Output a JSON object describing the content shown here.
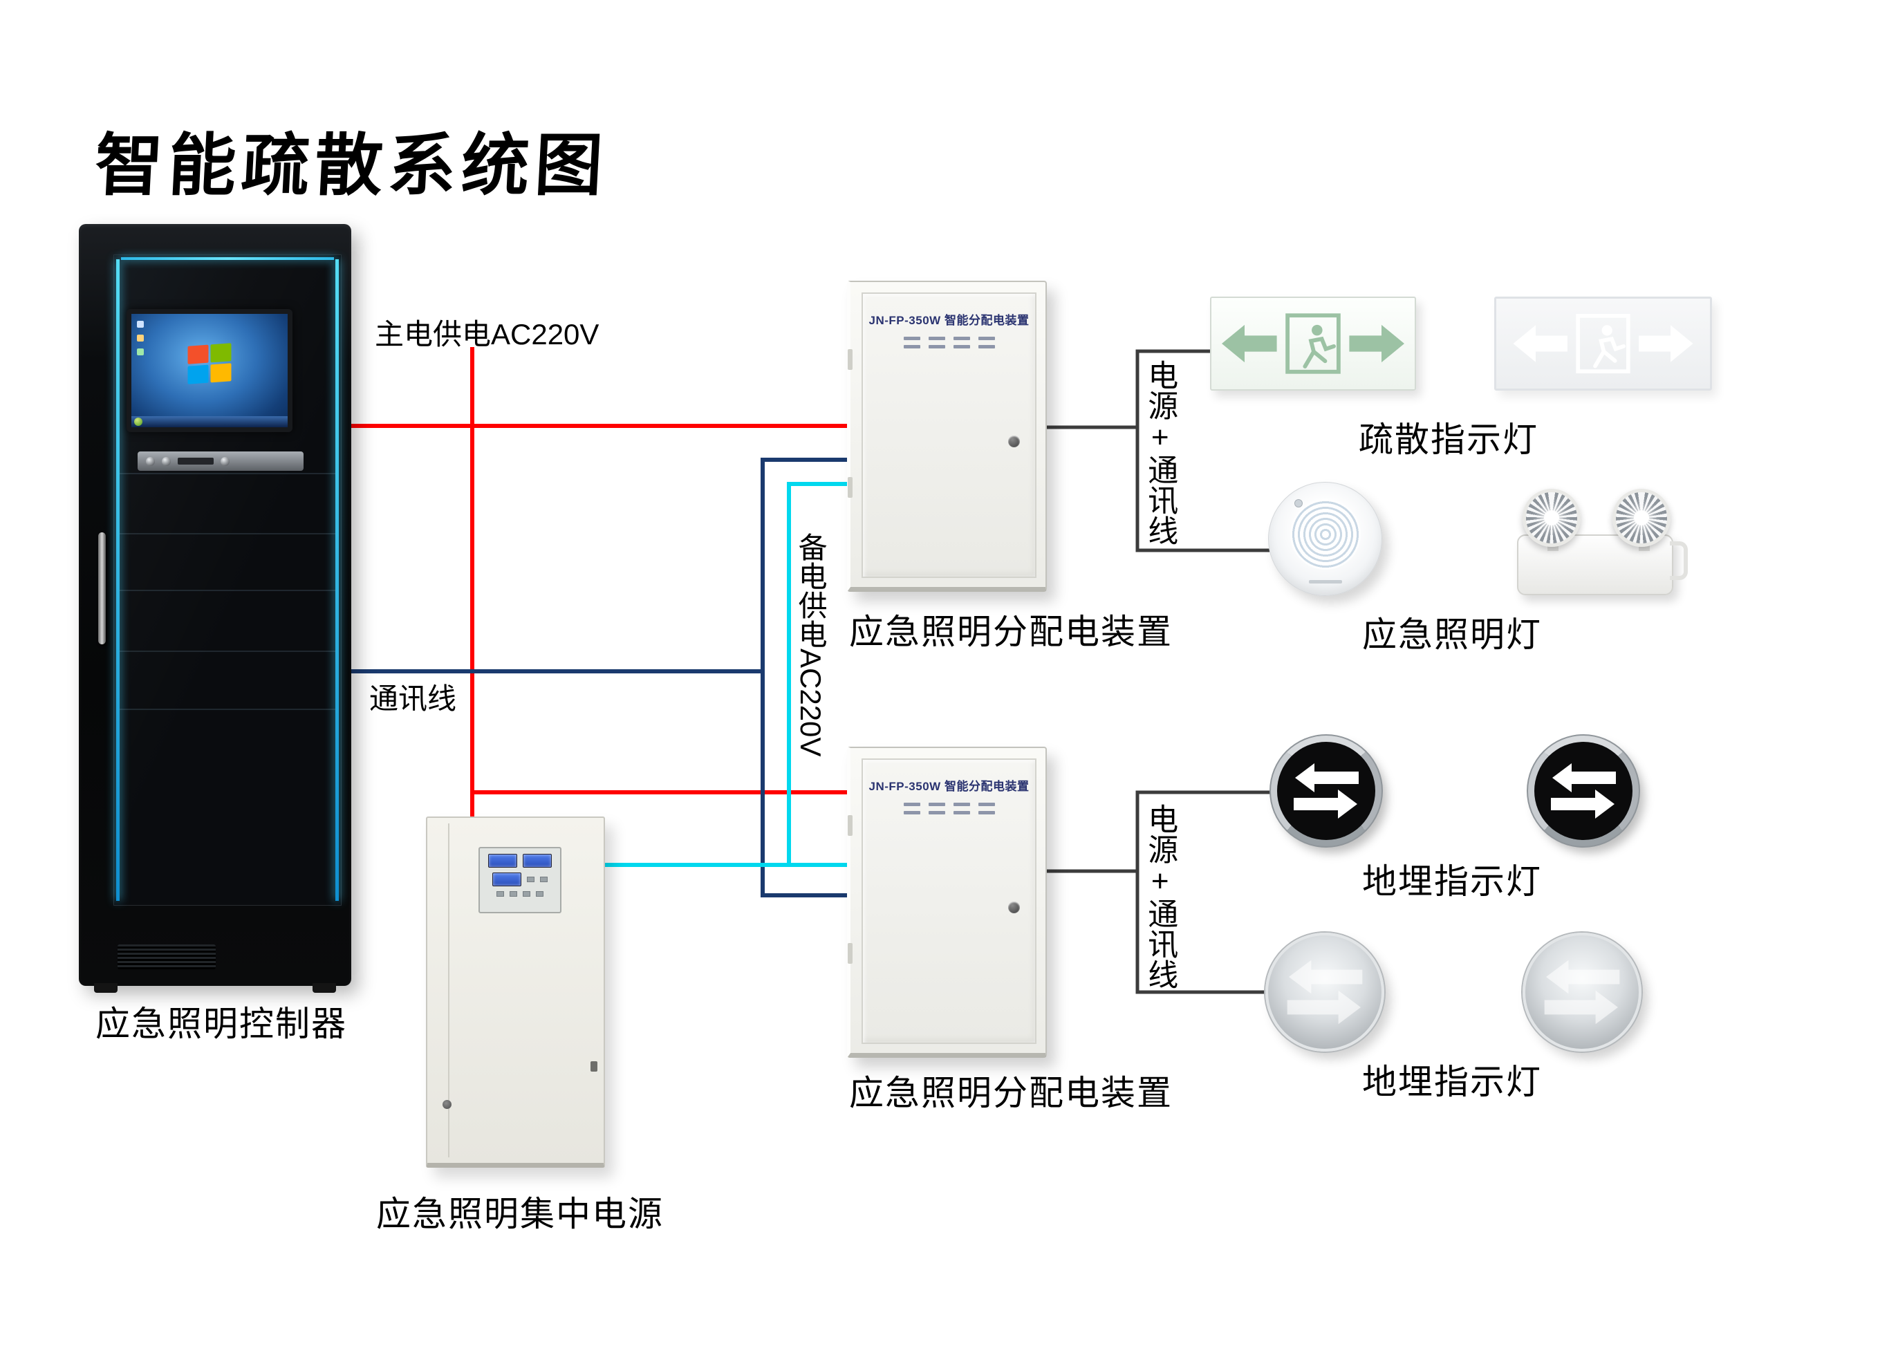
{
  "title": "智能疏散系统图",
  "colors": {
    "main_power_wire": "#ff0000",
    "comm_wire": "#1a3a6e",
    "backup_power_wire": "#00d8ee",
    "bracket": "#3c3c3c"
  },
  "wire_labels": {
    "main_power": "主电供电AC220V",
    "comm": "通讯线",
    "backup_power": "备电供电AC220V",
    "power_comm_top": "电源+通讯线",
    "power_comm_bottom": "电源+通讯线"
  },
  "devices": {
    "controller": {
      "label": "应急照明控制器"
    },
    "central_power": {
      "label": "应急照明集中电源"
    },
    "dist_box_top": {
      "panel_text": "JN-FP-350W 智能分配电装置",
      "label": "应急照明分配电装置"
    },
    "dist_box_bottom": {
      "panel_text": "JN-FP-350W 智能分配电装置",
      "label": "应急照明分配电装置"
    },
    "exit_signs": {
      "label": "疏散指示灯"
    },
    "emergency_lights": {
      "label": "应急照明灯"
    },
    "buried_lights_top": {
      "label": "地埋指示灯"
    },
    "buried_lights_bottom": {
      "label": "地埋指示灯"
    }
  }
}
